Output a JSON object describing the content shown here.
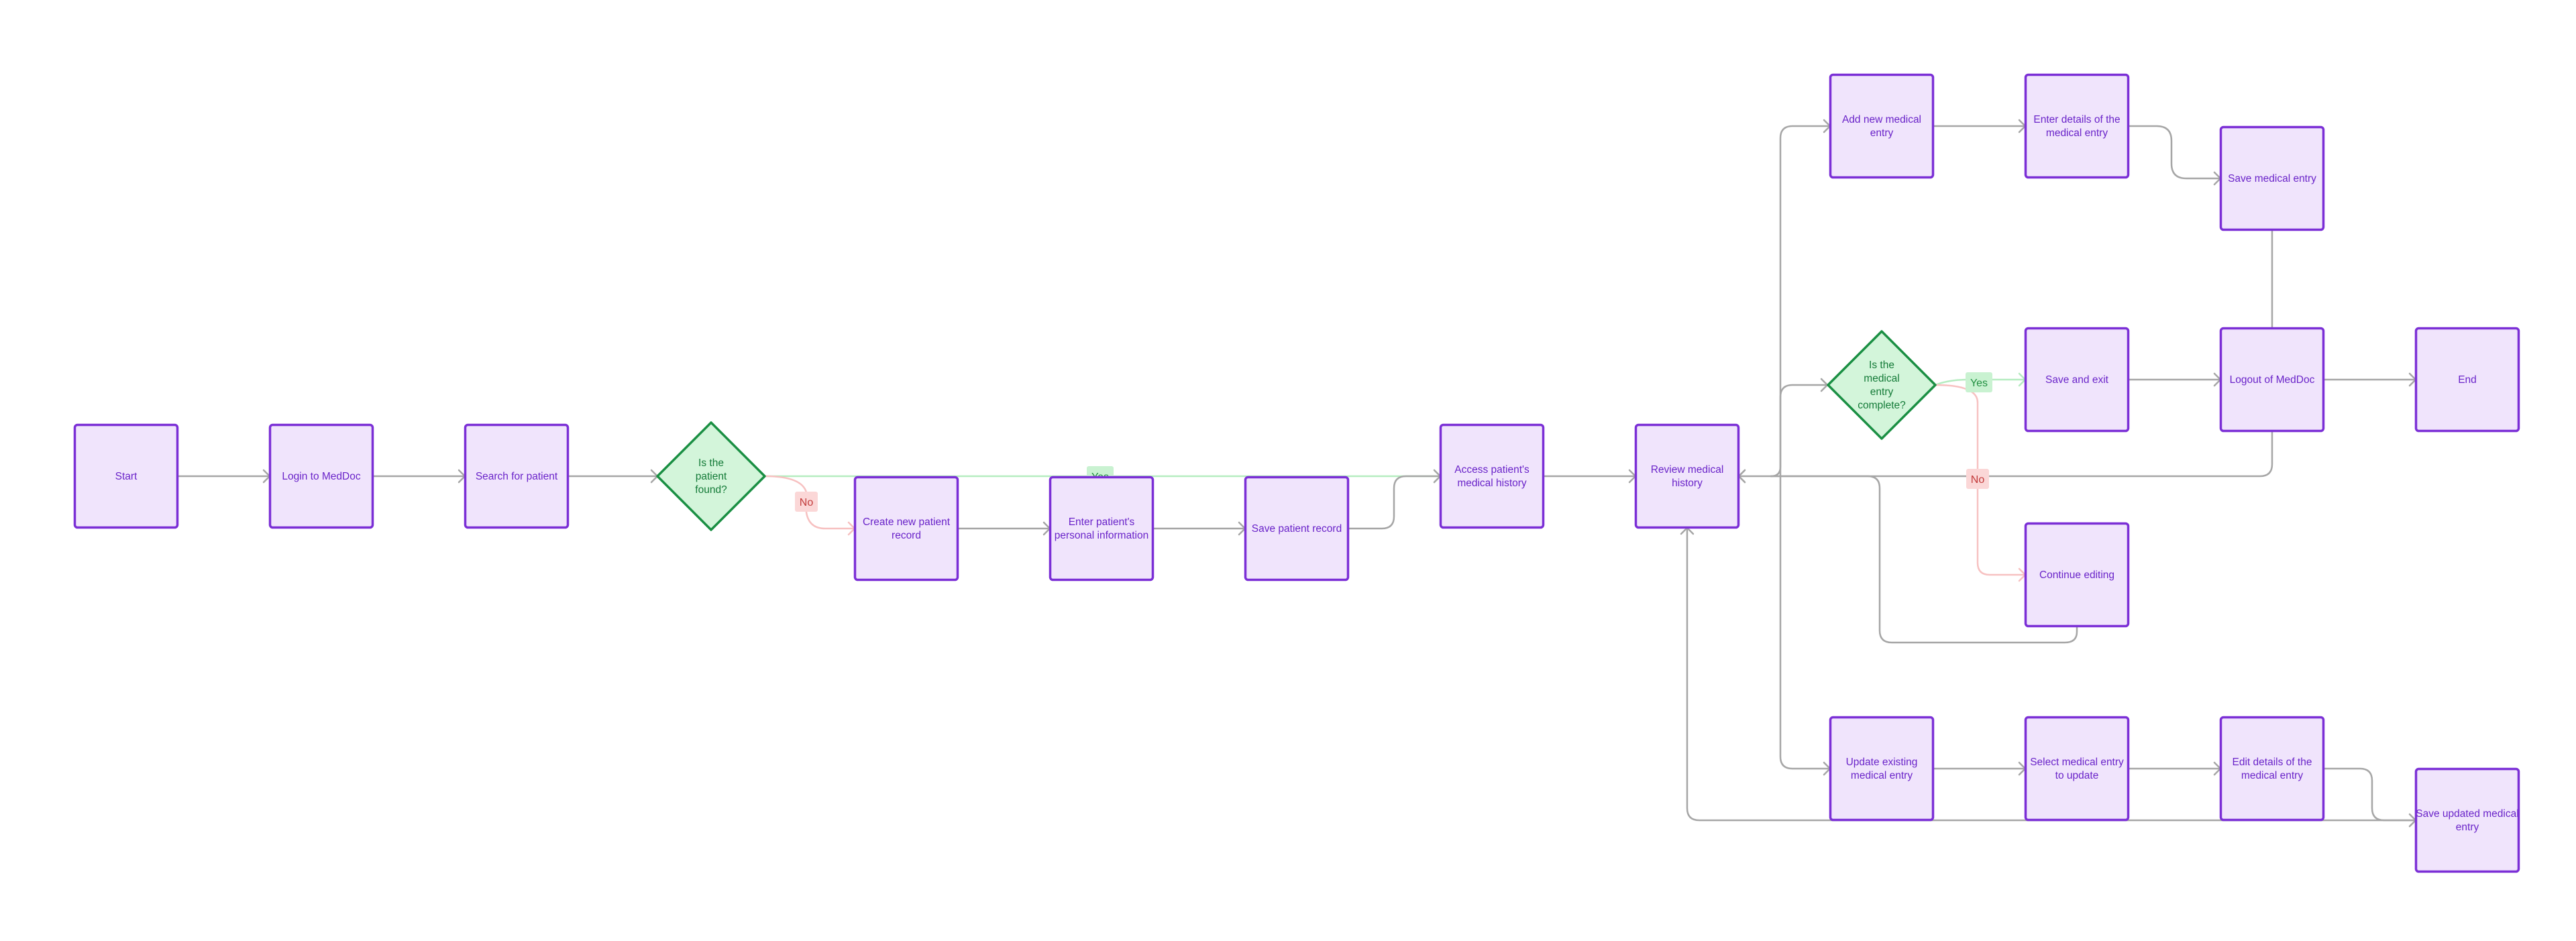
{
  "colors": {
    "process_fill": "#f0e4fc",
    "process_stroke": "#7b2fd6",
    "process_text": "#6a24c9",
    "decision_fill": "#d3f5da",
    "decision_stroke": "#1a8f43",
    "decision_text": "#137a37",
    "connector": "#a6a6a6",
    "yes_line": "#b5ecc0",
    "no_line": "#f7c1c1",
    "yes_badge_fill": "#c9f2d1",
    "yes_badge_text": "#1f8f3f",
    "no_badge_fill": "#fbd7d7",
    "no_badge_text": "#c23a3a"
  },
  "nodes": [
    {
      "id": "start",
      "type": "process",
      "label": "Start"
    },
    {
      "id": "login",
      "type": "process",
      "label": "Login to MedDoc"
    },
    {
      "id": "search",
      "type": "process",
      "label": "Search for patient"
    },
    {
      "id": "found",
      "type": "decision",
      "label": "Is the patient found?"
    },
    {
      "id": "create",
      "type": "process",
      "label": "Create new patient record"
    },
    {
      "id": "enter-info",
      "type": "process",
      "label": "Enter patient's personal information"
    },
    {
      "id": "save-record",
      "type": "process",
      "label": "Save patient record"
    },
    {
      "id": "access",
      "type": "process",
      "label": "Access patient's medical history"
    },
    {
      "id": "review",
      "type": "process",
      "label": "Review medical history"
    },
    {
      "id": "add-entry",
      "type": "process",
      "label": "Add new medical entry"
    },
    {
      "id": "enter-details",
      "type": "process",
      "label": "Enter details of the medical entry"
    },
    {
      "id": "save-entry",
      "type": "process",
      "label": "Save medical entry"
    },
    {
      "id": "complete",
      "type": "decision",
      "label": "Is the medical entry complete?"
    },
    {
      "id": "save-exit",
      "type": "process",
      "label": "Save and exit"
    },
    {
      "id": "logout",
      "type": "process",
      "label": "Logout of MedDoc"
    },
    {
      "id": "end",
      "type": "process",
      "label": "End"
    },
    {
      "id": "continue",
      "type": "process",
      "label": "Continue editing"
    },
    {
      "id": "update",
      "type": "process",
      "label": "Update existing medical entry"
    },
    {
      "id": "select",
      "type": "process",
      "label": "Select medical entry to update"
    },
    {
      "id": "edit",
      "type": "process",
      "label": "Edit details of the medical entry"
    },
    {
      "id": "save-updated",
      "type": "process",
      "label": "Save updated medical entry"
    }
  ],
  "edges": [
    {
      "from": "start",
      "to": "login"
    },
    {
      "from": "login",
      "to": "search"
    },
    {
      "from": "search",
      "to": "found"
    },
    {
      "from": "found",
      "to": "access",
      "label": "Yes"
    },
    {
      "from": "found",
      "to": "create",
      "label": "No"
    },
    {
      "from": "create",
      "to": "enter-info"
    },
    {
      "from": "enter-info",
      "to": "save-record"
    },
    {
      "from": "save-record",
      "to": "access"
    },
    {
      "from": "access",
      "to": "review"
    },
    {
      "from": "review",
      "to": "add-entry"
    },
    {
      "from": "review",
      "to": "complete"
    },
    {
      "from": "review",
      "to": "update"
    },
    {
      "from": "add-entry",
      "to": "enter-details"
    },
    {
      "from": "enter-details",
      "to": "save-entry"
    },
    {
      "from": "save-entry",
      "to": "review"
    },
    {
      "from": "complete",
      "to": "save-exit",
      "label": "Yes"
    },
    {
      "from": "complete",
      "to": "continue",
      "label": "No"
    },
    {
      "from": "save-exit",
      "to": "logout"
    },
    {
      "from": "logout",
      "to": "end"
    },
    {
      "from": "continue",
      "to": "review"
    },
    {
      "from": "update",
      "to": "select"
    },
    {
      "from": "select",
      "to": "edit"
    },
    {
      "from": "edit",
      "to": "save-updated"
    },
    {
      "from": "save-updated",
      "to": "review"
    }
  ]
}
